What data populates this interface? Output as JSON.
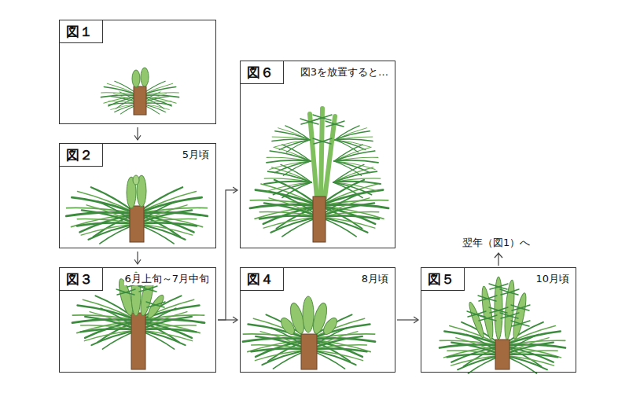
{
  "diagram": {
    "nodes": [
      {
        "text": [
          "図１"
        ]
      },
      {
        "text": [
          "図２",
          "5月頃"
        ]
      },
      {
        "text": [
          "図３",
          "6月上旬～7月中旬"
        ]
      },
      {
        "text": [
          "図６",
          "図3を放置すると…"
        ]
      },
      {
        "text": [
          "図４",
          "8月頃"
        ]
      },
      {
        "text": [
          "図５",
          "10月頃"
        ]
      }
    ],
    "edges": [
      {
        "from": 0,
        "to": 1,
        "arrow": "to"
      },
      {
        "from": 1,
        "to": 2,
        "arrow": "to"
      },
      {
        "from": 2,
        "to": 3,
        "arrow": "to"
      },
      {
        "from": 2,
        "to": 4,
        "arrow": "to"
      },
      {
        "from": 4,
        "to": 5,
        "arrow": "to"
      }
    ],
    "labels": [
      "翌年（図1）へ"
    ]
  }
}
